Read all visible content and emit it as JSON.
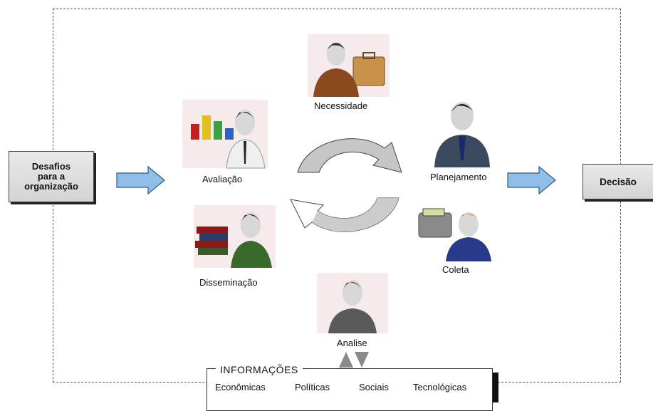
{
  "input_box": {
    "line1": "Desafios",
    "line2": "para a",
    "line3": "organização"
  },
  "output_box": {
    "label": "Decisão"
  },
  "cycle": {
    "necessidade": "Necessidade",
    "planejamento": "Planejamento",
    "coleta": "Coleta",
    "analise": "Analise",
    "disseminacao": "Disseminação",
    "avaliacao": "Avaliação"
  },
  "informacoes": {
    "title": "INFORMAÇÕES",
    "categories": [
      "Econômicas",
      "Políticas",
      "Sociais",
      "Tecnológicas"
    ]
  },
  "colors": {
    "arrow_fill": "#8fbfe8",
    "arrow_stroke": "#2a5a8a",
    "box_bg": "#dcdcdc",
    "cycle_grey": "#c6c6c6"
  }
}
